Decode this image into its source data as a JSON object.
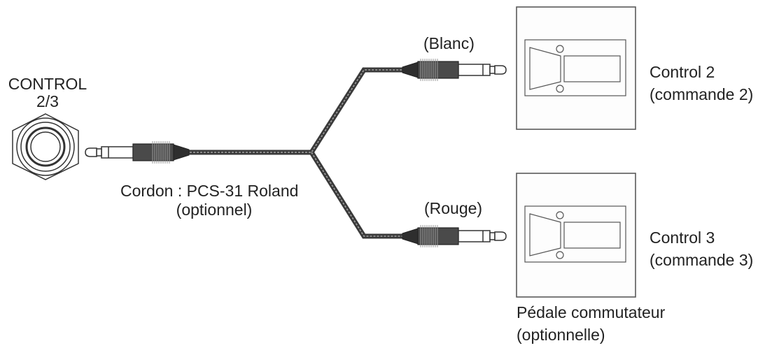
{
  "jack": {
    "label_line1": "CONTROL",
    "label_line2": "2/3"
  },
  "cable": {
    "name": "Cordon : PCS-31 Roland",
    "note": "(optionnel)"
  },
  "plugs": {
    "top_color": "(Blanc)",
    "bottom_color": "(Rouge)"
  },
  "pedals": [
    {
      "label": "Control 2",
      "sub": "(commande 2)"
    },
    {
      "label": "Control 3",
      "sub": "(commande 3)"
    }
  ],
  "pedal_caption": {
    "line1": "Pédale commutateur",
    "line2": "(optionnelle)"
  }
}
